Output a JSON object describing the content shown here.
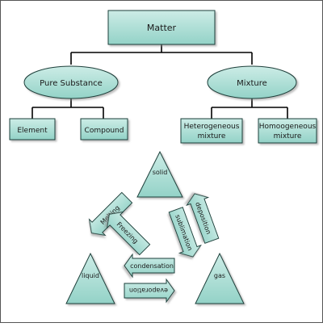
{
  "hierarchy": {
    "root": "Matter",
    "branches": [
      {
        "label": "Pure Substance",
        "children": [
          "Element",
          "Compound"
        ]
      },
      {
        "label": "Mixture",
        "children": [
          [
            "Heterogeneous",
            "mixture"
          ],
          [
            "Homoogeneous",
            "mixture"
          ]
        ]
      }
    ]
  },
  "phases": {
    "solid": "solid",
    "liquid": "liquid",
    "gas": "gas"
  },
  "transitions": {
    "melting": "Melting",
    "freezing": "Freezing",
    "deposition": "deposition",
    "sublimation": "sublimation",
    "condensation": "condensation",
    "evaporation": "evaporation"
  },
  "colors": {
    "fill": "#a8dcd4",
    "fill_light": "#d3efea",
    "stroke": "#1f3f3a",
    "line": "#000000",
    "border": "#555555"
  }
}
